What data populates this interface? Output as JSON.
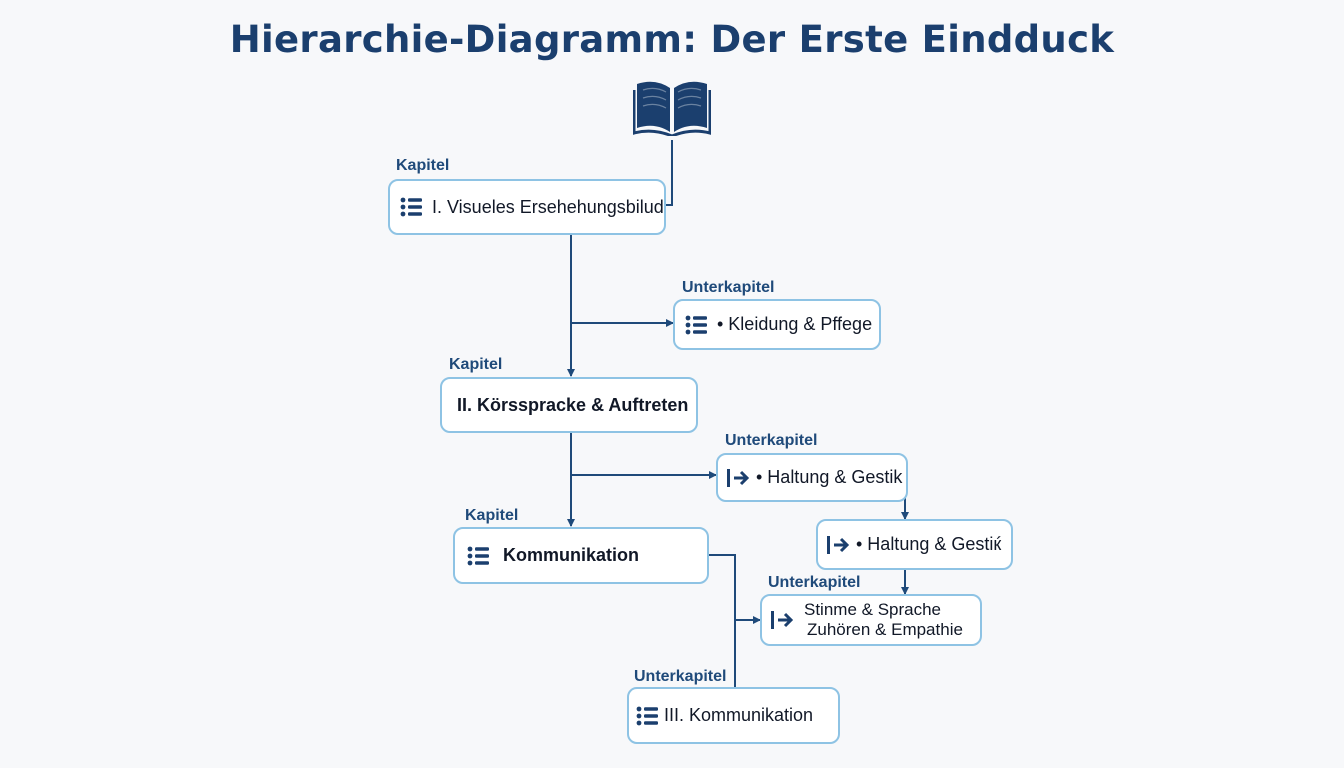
{
  "title": "Hierarchie-Diagramm: Der Erste Eindduck",
  "colors": {
    "title": "#1b3f6e",
    "connector": "#1f4a7a",
    "node_border": "#8ec3e4",
    "icon": "#1b3f6e"
  },
  "labels": {
    "kapitel_1": "Kapitel",
    "unterkapitel_1": "Unterkapitel",
    "kapitel_2": "Kapitel",
    "unterkapitel_2": "Unterkapitel",
    "kapitel_3": "Kapitel",
    "unterkapitel_3": "Unterkapitel",
    "unterkapitel_4": "Unterkapitel"
  },
  "nodes": {
    "visuell": {
      "text": "I. Visueles Ersehehungsbilud",
      "icon": "list-icon"
    },
    "kleidung": {
      "text": "• Kleidung & Pffege",
      "icon": "list-icon"
    },
    "koerpersprache": {
      "text": "II. Körsspracke & Auftreten"
    },
    "haltung_1": {
      "text": "• Haltung & Gestik",
      "icon": "arrow-right-icon"
    },
    "haltung_2": {
      "text": "• Haltung & Gestiќ",
      "icon": "arrow-right-icon"
    },
    "kommunikation": {
      "text": "Kommunikation",
      "icon": "list-icon"
    },
    "stimme": {
      "line1": "Stinme & Sprache",
      "line2": "Zuhören & Empathie",
      "icon": "arrow-right-icon"
    },
    "kommunikation_3": {
      "text": "III. Kommunikation",
      "icon": "list-icon"
    }
  },
  "header_icon": "open-book-icon"
}
